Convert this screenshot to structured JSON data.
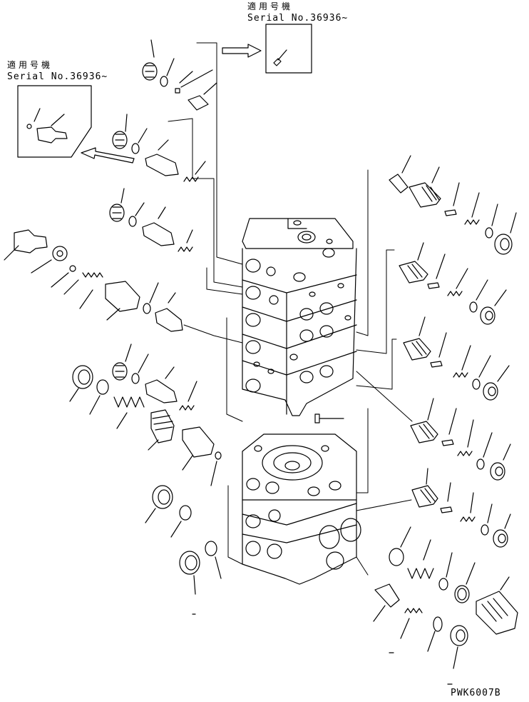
{
  "callouts": {
    "top": {
      "applicable_label": "適用号機",
      "serial_label": "Serial No.36936~"
    },
    "left": {
      "applicable_label": "適用号機",
      "serial_label": "Serial No.36936~"
    }
  },
  "figure_code": "PWK6007B",
  "colors": {
    "ink": "#000000",
    "paper": "#ffffff"
  }
}
